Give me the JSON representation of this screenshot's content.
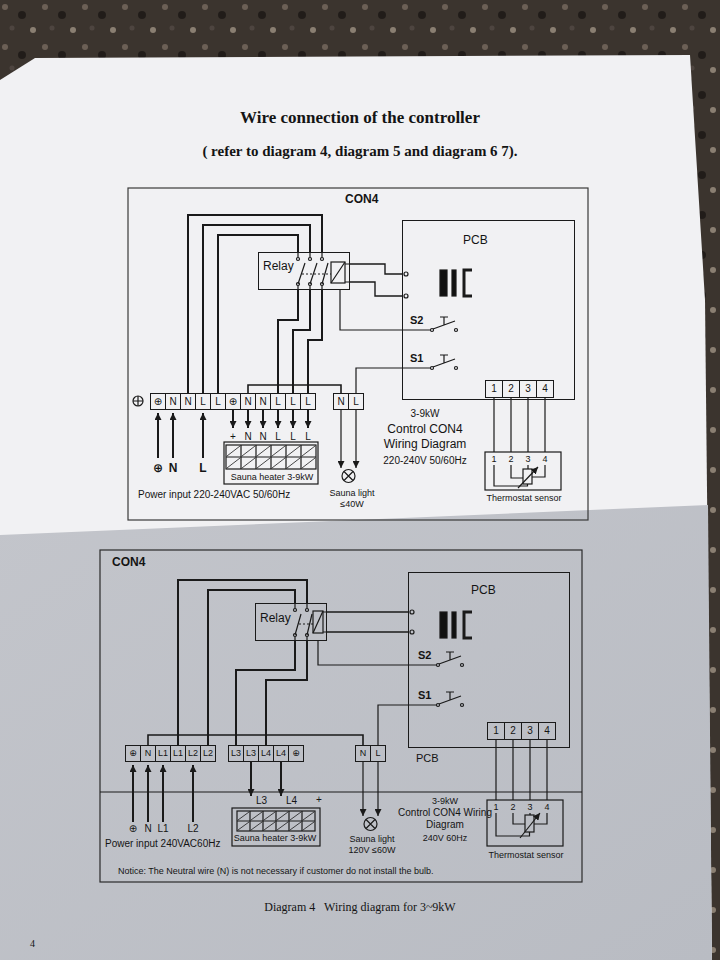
{
  "diagram": {
    "title": "Wire connection of the controller",
    "caption": "Diagram 4   Wiring diagram for 3~9kW",
    "nodes": [
      {
        "text": [
          "PCB"
        ]
      },
      {
        "text": [
          "Relay"
        ]
      },
      {
        "text": [
          "1",
          "2",
          "3",
          "4"
        ],
        "in": 0
      },
      {
        "text": [
          "⊕",
          "N",
          "N",
          "L",
          "L",
          "⊕",
          "N",
          "N",
          "L",
          "L",
          "L"
        ]
      },
      {
        "text": [
          "N",
          "L"
        ]
      },
      {
        "text": [
          "+",
          "N",
          "N",
          "L",
          "L",
          "L",
          "Sauna heater 3-9kW"
        ]
      },
      {
        "text": [
          "1",
          "2",
          "3",
          "4",
          "Thermostat sensor"
        ]
      },
      {
        "text": [
          "PCB"
        ]
      },
      {
        "text": [
          "Relay"
        ]
      },
      {
        "text": [
          "1",
          "2",
          "3",
          "4"
        ],
        "in": 7
      },
      {
        "text": [
          "⊕",
          "N",
          "L1",
          "L1",
          "L2",
          "L2",
          "L3",
          "L3",
          "L4",
          "L4",
          "⊕"
        ]
      },
      {
        "text": [
          "N",
          "L"
        ]
      },
      {
        "text": [
          "L3",
          "L4",
          "+",
          "Sauna heater 3-9kW"
        ]
      },
      {
        "text": [
          "1",
          "2",
          "3",
          "4",
          "Thermostat sensor"
        ]
      }
    ],
    "edges": [
      {
        "from": 3,
        "to": 1,
        "arrow": "none"
      },
      {
        "from": 3,
        "to": 1,
        "arrow": "none"
      },
      {
        "from": 3,
        "to": 1,
        "arrow": "none"
      },
      {
        "from": 1,
        "to": 3,
        "arrow": "none"
      },
      {
        "from": 1,
        "to": 3,
        "arrow": "none"
      },
      {
        "from": 1,
        "to": 3,
        "arrow": "none"
      },
      {
        "from": 1,
        "to": 0,
        "arrow": "none"
      },
      {
        "from": 1,
        "to": 0,
        "arrow": "none"
      },
      {
        "from": 3,
        "to": 5,
        "arrow": "to"
      },
      {
        "from": 3,
        "to": 5,
        "arrow": "to"
      },
      {
        "from": 3,
        "to": 5,
        "arrow": "to"
      },
      {
        "from": 3,
        "to": 5,
        "arrow": "to"
      },
      {
        "from": 3,
        "to": 5,
        "arrow": "to"
      },
      {
        "from": 3,
        "to": 5,
        "arrow": "to"
      },
      {
        "from": 3,
        "to": 4,
        "arrow": "none"
      },
      {
        "from": 2,
        "to": 6,
        "arrow": "none"
      },
      {
        "from": 2,
        "to": 6,
        "arrow": "none"
      },
      {
        "from": 2,
        "to": 6,
        "arrow": "none"
      },
      {
        "from": 2,
        "to": 6,
        "arrow": "none"
      },
      {
        "from": 10,
        "to": 8,
        "arrow": "none"
      },
      {
        "from": 10,
        "to": 8,
        "arrow": "none"
      },
      {
        "from": 8,
        "to": 10,
        "arrow": "none"
      },
      {
        "from": 8,
        "to": 10,
        "arrow": "none"
      },
      {
        "from": 8,
        "to": 7,
        "arrow": "none"
      },
      {
        "from": 8,
        "to": 7,
        "arrow": "none"
      },
      {
        "from": 10,
        "to": 12,
        "arrow": "to"
      },
      {
        "from": 10,
        "to": 12,
        "arrow": "to"
      },
      {
        "from": 10,
        "to": 11,
        "arrow": "none"
      },
      {
        "from": 9,
        "to": 13,
        "arrow": "none"
      },
      {
        "from": 9,
        "to": 13,
        "arrow": "none"
      },
      {
        "from": 9,
        "to": 13,
        "arrow": "none"
      },
      {
        "from": 9,
        "to": 13,
        "arrow": "none"
      }
    ],
    "labels": [
      "( refer to diagram 4, diagram 5 and diagram 6 7).",
      "CON4",
      "S2",
      "S1",
      "⊕",
      "N",
      "L",
      "Power input 220-240VAC 50/60Hz",
      "3-9kW",
      "Control CON4 Wiring Diagram",
      "220-240V 50/60Hz",
      "Sauna light ≤40W",
      "CON4",
      "S2",
      "S1",
      "PCB",
      "⊕",
      "N",
      "L1",
      "L2",
      "Power input 240VAC60Hz",
      "3-9kW",
      "Control CON4 Wiring Diagram",
      "240V 60Hz",
      "Sauna light 120V ≤60W",
      "Notice: The Neutral wire (N) is not necessary if customer do not install the bulb.",
      "4"
    ]
  }
}
